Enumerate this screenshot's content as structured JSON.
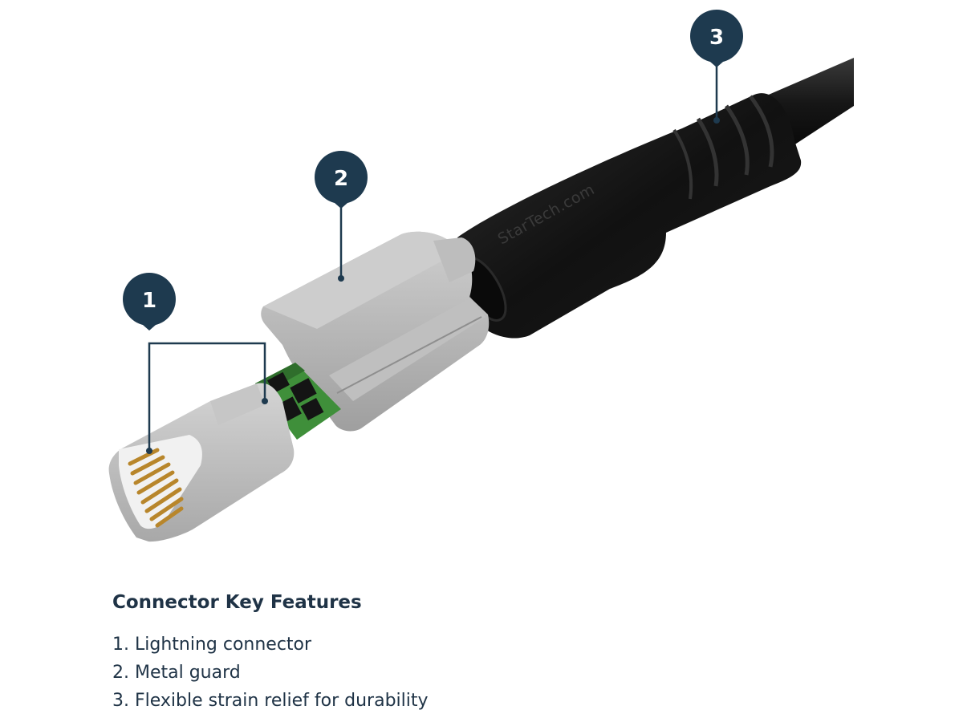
{
  "callouts": [
    {
      "number": "1"
    },
    {
      "number": "2"
    },
    {
      "number": "3"
    }
  ],
  "colors": {
    "callout_fill": "#1e3a4f",
    "text": "#1f3346",
    "cable": "#141414",
    "metal_guard": "#b4b4b4",
    "pcb": "#3f8f3a",
    "pins": "#b8862b"
  },
  "logo": "StarTech.com",
  "features": {
    "title": "Connector Key Features",
    "items": [
      "1. Lightning connector",
      "2. Metal guard",
      "3. Flexible strain relief for durability"
    ]
  }
}
